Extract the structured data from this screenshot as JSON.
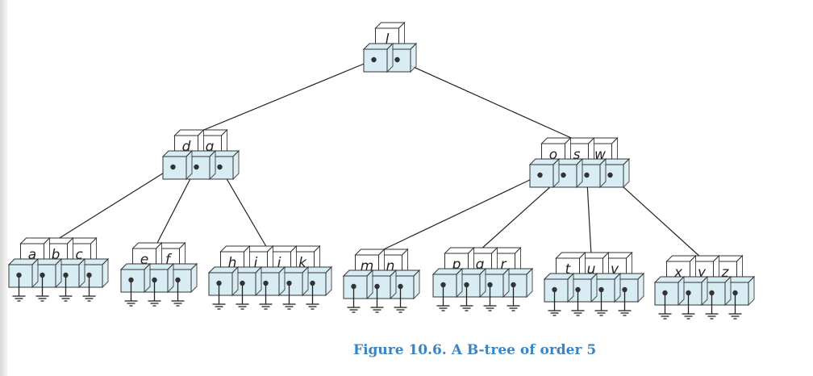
{
  "caption": "Figure 10.6.  A B-tree of order 5",
  "colors": {
    "caption": "#3a84c4",
    "pointer_cell": "#d8ecf4",
    "key_cell": "#ffffff",
    "edge": "#222222"
  },
  "tree": {
    "root": {
      "keys": [
        "l"
      ]
    },
    "internal": [
      {
        "keys": [
          "d",
          "g"
        ]
      },
      {
        "keys": [
          "o",
          "s",
          "w"
        ]
      }
    ],
    "leaves": [
      {
        "keys": [
          "a",
          "b",
          "c"
        ]
      },
      {
        "keys": [
          "e",
          "f"
        ]
      },
      {
        "keys": [
          "h",
          "i",
          "j",
          "k"
        ]
      },
      {
        "keys": [
          "m",
          "n"
        ]
      },
      {
        "keys": [
          "p",
          "q",
          "r"
        ]
      },
      {
        "keys": [
          "t",
          "u",
          "v"
        ]
      },
      {
        "keys": [
          "x",
          "y",
          "z"
        ]
      }
    ]
  }
}
